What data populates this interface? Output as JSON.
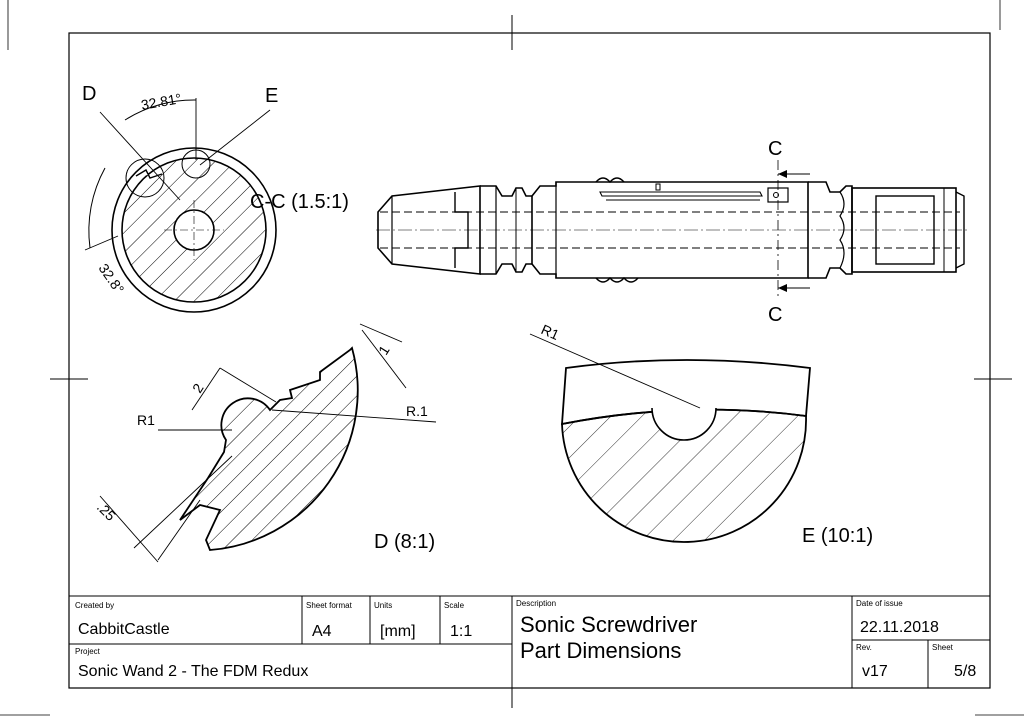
{
  "views": {
    "section": {
      "label": "C-C (1.5:1)",
      "angle_top": "32.81°",
      "angle_left": "32.8°",
      "ref_d": "D",
      "ref_e": "E"
    },
    "side": {
      "cut_top": "C",
      "cut_bottom": "C"
    },
    "detail_d": {
      "label": "D (8:1)",
      "dim_2": "2",
      "dim_1": "1",
      "r1": "R1",
      "r01": "R.1",
      "d25": ".25"
    },
    "detail_e": {
      "label": "E (10:1)",
      "r1": "R1"
    }
  },
  "title_block": {
    "created_by_caption": "Created by",
    "created_by": "CabbitCastle",
    "sheet_format_caption": "Sheet format",
    "sheet_format": "A4",
    "units_caption": "Units",
    "units": "[mm]",
    "scale_caption": "Scale",
    "scale": "1:1",
    "project_caption": "Project",
    "project": "Sonic Wand 2 - The FDM Redux",
    "description_caption": "Description",
    "description_line1": "Sonic Screwdriver",
    "description_line2": "Part Dimensions",
    "date_caption": "Date of issue",
    "date": "22.11.2018",
    "rev_caption": "Rev.",
    "rev": "v17",
    "sheet_caption": "Sheet",
    "sheet": "5/8"
  }
}
